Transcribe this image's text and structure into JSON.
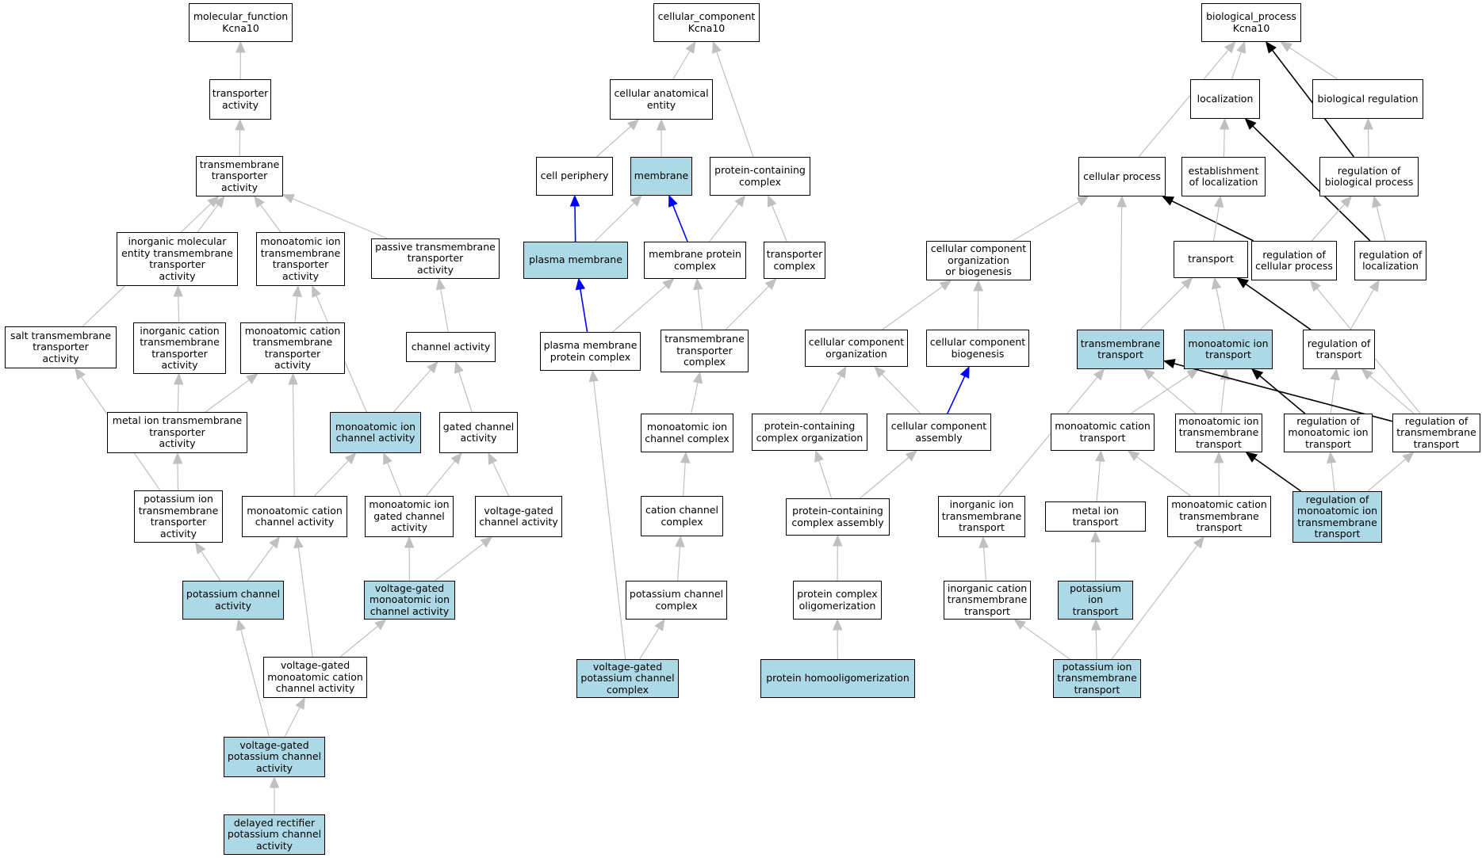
{
  "colors": {
    "highlight": "#add8e6",
    "normal_edge": "#c0c0c0",
    "blue_edge": "#0000ff",
    "black_edge": "#000000",
    "border": "#000000"
  },
  "nodes": {
    "mf_root": {
      "label": "molecular_function\nKcna10"
    },
    "cc_root": {
      "label": "cellular_component\nKcna10"
    },
    "bp_root": {
      "label": "biological_process\nKcna10"
    },
    "transporter_activity": {
      "label": "transporter\nactivity"
    },
    "tm_transporter_activity": {
      "label": "transmembrane\ntransporter\nactivity"
    },
    "inorganic_mol_entity": {
      "label": "inorganic molecular\nentity transmembrane\ntransporter\nactivity"
    },
    "monoatomic_ion_tm_transporter": {
      "label": "monoatomic ion\ntransmembrane\ntransporter\nactivity"
    },
    "passive_tm_transporter": {
      "label": "passive transmembrane\ntransporter\nactivity"
    },
    "salt_tm_transporter": {
      "label": "salt transmembrane\ntransporter\nactivity"
    },
    "inorganic_cation_tm_transporter": {
      "label": "inorganic cation\ntransmembrane\ntransporter\nactivity"
    },
    "monoatomic_cation_tm_transporter": {
      "label": "monoatomic cation\ntransmembrane\ntransporter\nactivity"
    },
    "channel_activity": {
      "label": "channel activity"
    },
    "metal_ion_tm_transporter": {
      "label": "metal ion transmembrane\ntransporter\nactivity"
    },
    "monoatomic_ion_channel_activity": {
      "label": "monoatomic ion\nchannel activity",
      "highlight": true
    },
    "gated_channel_activity": {
      "label": "gated channel\nactivity"
    },
    "potassium_ion_tm_transporter": {
      "label": "potassium ion\ntransmembrane\ntransporter\nactivity"
    },
    "monoatomic_cation_channel_activity": {
      "label": "monoatomic cation\nchannel activity"
    },
    "monoatomic_ion_gated_channel": {
      "label": "monoatomic ion\ngated channel\nactivity"
    },
    "voltage_gated_channel_activity": {
      "label": "voltage-gated\nchannel activity"
    },
    "potassium_channel_activity": {
      "label": "potassium channel\nactivity",
      "highlight": true
    },
    "vg_monoatomic_ion_channel": {
      "label": "voltage-gated\nmonoatomic ion\nchannel activity",
      "highlight": true
    },
    "vg_monoatomic_cation_channel": {
      "label": "voltage-gated\nmonoatomic cation\nchannel activity"
    },
    "vg_potassium_channel_activity": {
      "label": "voltage-gated\npotassium channel\nactivity",
      "highlight": true
    },
    "delayed_rectifier": {
      "label": "delayed rectifier\npotassium channel\nactivity",
      "highlight": true
    },
    "cellular_anatomical_entity": {
      "label": "cellular anatomical\nentity"
    },
    "cell_periphery": {
      "label": "cell periphery"
    },
    "membrane": {
      "label": "membrane",
      "highlight": true
    },
    "protein_containing_complex": {
      "label": "protein-containing\ncomplex"
    },
    "plasma_membrane": {
      "label": "plasma membrane",
      "highlight": true
    },
    "membrane_protein_complex": {
      "label": "membrane protein\ncomplex"
    },
    "transporter_complex": {
      "label": "transporter\ncomplex"
    },
    "plasma_membrane_protein_complex": {
      "label": "plasma membrane\nprotein complex"
    },
    "tm_transporter_complex": {
      "label": "transmembrane\ntransporter\ncomplex"
    },
    "monoatomic_ion_channel_complex": {
      "label": "monoatomic ion\nchannel complex"
    },
    "cation_channel_complex": {
      "label": "cation channel\ncomplex"
    },
    "potassium_channel_complex": {
      "label": "potassium channel\ncomplex"
    },
    "vg_potassium_channel_complex": {
      "label": "voltage-gated\npotassium channel\ncomplex",
      "highlight": true
    },
    "localization": {
      "label": "localization"
    },
    "biological_regulation": {
      "label": "biological regulation"
    },
    "cellular_process": {
      "label": "cellular process"
    },
    "establishment_of_localization": {
      "label": "establishment\nof localization"
    },
    "regulation_of_biological_process": {
      "label": "regulation of\nbiological process"
    },
    "cc_organization_or_biogenesis": {
      "label": "cellular component\norganization\nor biogenesis"
    },
    "transport": {
      "label": "transport"
    },
    "regulation_of_cellular_process": {
      "label": "regulation of\ncellular process"
    },
    "regulation_of_localization": {
      "label": "regulation of\nlocalization"
    },
    "cc_organization": {
      "label": "cellular component\norganization"
    },
    "cc_biogenesis": {
      "label": "cellular component\nbiogenesis"
    },
    "transmembrane_transport": {
      "label": "transmembrane\ntransport",
      "highlight": true
    },
    "monoatomic_ion_transport": {
      "label": "monoatomic ion\ntransport",
      "highlight": true
    },
    "regulation_of_transport": {
      "label": "regulation of\ntransport"
    },
    "protein_containing_complex_organization": {
      "label": "protein-containing\ncomplex organization"
    },
    "cc_assembly": {
      "label": "cellular component\nassembly"
    },
    "monoatomic_cation_transport": {
      "label": "monoatomic cation\ntransport"
    },
    "monoatomic_ion_tm_transport": {
      "label": "monoatomic ion\ntransmembrane\ntransport"
    },
    "regulation_of_monoatomic_ion_transport": {
      "label": "regulation of\nmonoatomic ion\ntransport"
    },
    "regulation_of_tm_transport": {
      "label": "regulation of\ntransmembrane\ntransport"
    },
    "protein_containing_complex_assembly": {
      "label": "protein-containing\ncomplex assembly"
    },
    "inorganic_ion_tm_transport": {
      "label": "inorganic ion\ntransmembrane\ntransport"
    },
    "metal_ion_transport": {
      "label": "metal ion transport"
    },
    "monoatomic_cation_tm_transport": {
      "label": "monoatomic cation\ntransmembrane\ntransport"
    },
    "regulation_of_monoatomic_ion_tm_transport": {
      "label": "regulation of\nmonoatomic ion\ntransmembrane\ntransport",
      "highlight": true
    },
    "protein_complex_oligomerization": {
      "label": "protein complex\noligomerization"
    },
    "inorganic_cation_tm_transport": {
      "label": "inorganic cation\ntransmembrane\ntransport"
    },
    "potassium_ion_transport": {
      "label": "potassium ion\ntransport",
      "highlight": true
    },
    "protein_homooligomerization": {
      "label": "protein homooligomerization",
      "highlight": true
    },
    "potassium_ion_tm_transport": {
      "label": "potassium ion\ntransmembrane\ntransport",
      "highlight": true
    }
  },
  "edges": [
    [
      "transporter_activity",
      "mf_root",
      "is_a"
    ],
    [
      "tm_transporter_activity",
      "transporter_activity",
      "is_a"
    ],
    [
      "inorganic_mol_entity",
      "tm_transporter_activity",
      "is_a"
    ],
    [
      "monoatomic_ion_tm_transporter",
      "tm_transporter_activity",
      "is_a"
    ],
    [
      "passive_tm_transporter",
      "tm_transporter_activity",
      "is_a"
    ],
    [
      "salt_tm_transporter",
      "tm_transporter_activity",
      "is_a"
    ],
    [
      "inorganic_cation_tm_transporter",
      "inorganic_mol_entity",
      "is_a"
    ],
    [
      "monoatomic_cation_tm_transporter",
      "monoatomic_ion_tm_transporter",
      "is_a"
    ],
    [
      "channel_activity",
      "passive_tm_transporter",
      "is_a"
    ],
    [
      "metal_ion_tm_transporter",
      "inorganic_cation_tm_transporter",
      "is_a"
    ],
    [
      "metal_ion_tm_transporter",
      "monoatomic_cation_tm_transporter",
      "is_a"
    ],
    [
      "monoatomic_ion_channel_activity",
      "monoatomic_ion_tm_transporter",
      "is_a"
    ],
    [
      "monoatomic_ion_channel_activity",
      "channel_activity",
      "is_a"
    ],
    [
      "gated_channel_activity",
      "channel_activity",
      "is_a"
    ],
    [
      "potassium_ion_tm_transporter",
      "metal_ion_tm_transporter",
      "is_a"
    ],
    [
      "potassium_ion_tm_transporter",
      "salt_tm_transporter",
      "is_a"
    ],
    [
      "monoatomic_cation_channel_activity",
      "monoatomic_ion_channel_activity",
      "is_a"
    ],
    [
      "monoatomic_cation_channel_activity",
      "monoatomic_cation_tm_transporter",
      "is_a"
    ],
    [
      "monoatomic_ion_gated_channel",
      "monoatomic_ion_channel_activity",
      "is_a"
    ],
    [
      "monoatomic_ion_gated_channel",
      "gated_channel_activity",
      "is_a"
    ],
    [
      "voltage_gated_channel_activity",
      "gated_channel_activity",
      "is_a"
    ],
    [
      "potassium_channel_activity",
      "potassium_ion_tm_transporter",
      "is_a"
    ],
    [
      "potassium_channel_activity",
      "monoatomic_cation_channel_activity",
      "is_a"
    ],
    [
      "vg_monoatomic_ion_channel",
      "monoatomic_ion_gated_channel",
      "is_a"
    ],
    [
      "vg_monoatomic_ion_channel",
      "voltage_gated_channel_activity",
      "is_a"
    ],
    [
      "vg_monoatomic_cation_channel",
      "vg_monoatomic_ion_channel",
      "is_a"
    ],
    [
      "vg_monoatomic_cation_channel",
      "monoatomic_cation_channel_activity",
      "is_a"
    ],
    [
      "vg_potassium_channel_activity",
      "potassium_channel_activity",
      "is_a"
    ],
    [
      "vg_potassium_channel_activity",
      "vg_monoatomic_cation_channel",
      "is_a"
    ],
    [
      "delayed_rectifier",
      "vg_potassium_channel_activity",
      "is_a"
    ],
    [
      "cellular_anatomical_entity",
      "cc_root",
      "is_a"
    ],
    [
      "protein_containing_complex",
      "cc_root",
      "is_a"
    ],
    [
      "cell_periphery",
      "cellular_anatomical_entity",
      "is_a"
    ],
    [
      "membrane",
      "cellular_anatomical_entity",
      "is_a"
    ],
    [
      "plasma_membrane",
      "cell_periphery",
      "part_of"
    ],
    [
      "plasma_membrane",
      "membrane",
      "is_a"
    ],
    [
      "membrane_protein_complex",
      "membrane",
      "part_of"
    ],
    [
      "membrane_protein_complex",
      "protein_containing_complex",
      "is_a"
    ],
    [
      "transporter_complex",
      "protein_containing_complex",
      "is_a"
    ],
    [
      "plasma_membrane_protein_complex",
      "plasma_membrane",
      "part_of"
    ],
    [
      "plasma_membrane_protein_complex",
      "membrane_protein_complex",
      "is_a"
    ],
    [
      "tm_transporter_complex",
      "membrane_protein_complex",
      "is_a"
    ],
    [
      "tm_transporter_complex",
      "transporter_complex",
      "is_a"
    ],
    [
      "monoatomic_ion_channel_complex",
      "tm_transporter_complex",
      "is_a"
    ],
    [
      "cation_channel_complex",
      "monoatomic_ion_channel_complex",
      "is_a"
    ],
    [
      "potassium_channel_complex",
      "cation_channel_complex",
      "is_a"
    ],
    [
      "vg_potassium_channel_complex",
      "potassium_channel_complex",
      "is_a"
    ],
    [
      "vg_potassium_channel_complex",
      "plasma_membrane_protein_complex",
      "is_a"
    ],
    [
      "localization",
      "bp_root",
      "is_a"
    ],
    [
      "biological_regulation",
      "bp_root",
      "is_a"
    ],
    [
      "cellular_process",
      "bp_root",
      "is_a"
    ],
    [
      "regulation_of_biological_process",
      "bp_root",
      "regulates"
    ],
    [
      "establishment_of_localization",
      "localization",
      "is_a"
    ],
    [
      "regulation_of_biological_process",
      "biological_regulation",
      "is_a"
    ],
    [
      "regulation_of_localization",
      "localization",
      "regulates"
    ],
    [
      "regulation_of_cellular_process",
      "cellular_process",
      "regulates"
    ],
    [
      "cc_organization_or_biogenesis",
      "cellular_process",
      "is_a"
    ],
    [
      "transport",
      "establishment_of_localization",
      "is_a"
    ],
    [
      "regulation_of_cellular_process",
      "regulation_of_biological_process",
      "is_a"
    ],
    [
      "regulation_of_localization",
      "regulation_of_biological_process",
      "is_a"
    ],
    [
      "cc_organization",
      "cc_organization_or_biogenesis",
      "is_a"
    ],
    [
      "cc_biogenesis",
      "cc_organization_or_biogenesis",
      "is_a"
    ],
    [
      "transmembrane_transport",
      "cellular_process",
      "is_a"
    ],
    [
      "transmembrane_transport",
      "transport",
      "is_a"
    ],
    [
      "monoatomic_ion_transport",
      "transport",
      "is_a"
    ],
    [
      "regulation_of_transport",
      "regulation_of_localization",
      "is_a"
    ],
    [
      "regulation_of_transport",
      "transport",
      "regulates"
    ],
    [
      "cc_assembly",
      "cc_organization",
      "is_a"
    ],
    [
      "cc_assembly",
      "cc_biogenesis",
      "part_of"
    ],
    [
      "protein_containing_complex_organization",
      "cc_organization",
      "is_a"
    ],
    [
      "monoatomic_cation_transport",
      "monoatomic_ion_transport",
      "is_a"
    ],
    [
      "monoatomic_ion_tm_transport",
      "transmembrane_transport",
      "is_a"
    ],
    [
      "monoatomic_ion_tm_transport",
      "monoatomic_ion_transport",
      "is_a"
    ],
    [
      "regulation_of_monoatomic_ion_transport",
      "regulation_of_transport",
      "is_a"
    ],
    [
      "regulation_of_monoatomic_ion_transport",
      "monoatomic_ion_transport",
      "regulates"
    ],
    [
      "regulation_of_tm_transport",
      "regulation_of_transport",
      "is_a"
    ],
    [
      "regulation_of_tm_transport",
      "regulation_of_cellular_process",
      "is_a"
    ],
    [
      "regulation_of_tm_transport",
      "transmembrane_transport",
      "regulates"
    ],
    [
      "protein_containing_complex_assembly",
      "protein_containing_complex_organization",
      "is_a"
    ],
    [
      "protein_containing_complex_assembly",
      "cc_assembly",
      "is_a"
    ],
    [
      "inorganic_ion_tm_transport",
      "transmembrane_transport",
      "is_a"
    ],
    [
      "metal_ion_transport",
      "monoatomic_cation_transport",
      "is_a"
    ],
    [
      "monoatomic_cation_tm_transport",
      "monoatomic_cation_transport",
      "is_a"
    ],
    [
      "monoatomic_cation_tm_transport",
      "monoatomic_ion_tm_transport",
      "is_a"
    ],
    [
      "regulation_of_monoatomic_ion_tm_transport",
      "regulation_of_monoatomic_ion_transport",
      "is_a"
    ],
    [
      "regulation_of_monoatomic_ion_tm_transport",
      "regulation_of_tm_transport",
      "is_a"
    ],
    [
      "regulation_of_monoatomic_ion_tm_transport",
      "monoatomic_ion_tm_transport",
      "regulates"
    ],
    [
      "protein_complex_oligomerization",
      "protein_containing_complex_assembly",
      "is_a"
    ],
    [
      "inorganic_cation_tm_transport",
      "inorganic_ion_tm_transport",
      "is_a"
    ],
    [
      "potassium_ion_transport",
      "metal_ion_transport",
      "is_a"
    ],
    [
      "protein_homooligomerization",
      "protein_complex_oligomerization",
      "is_a"
    ],
    [
      "potassium_ion_tm_transport",
      "inorganic_cation_tm_transport",
      "is_a"
    ],
    [
      "potassium_ion_tm_transport",
      "potassium_ion_transport",
      "is_a"
    ],
    [
      "potassium_ion_tm_transport",
      "monoatomic_cation_tm_transport",
      "is_a"
    ]
  ]
}
